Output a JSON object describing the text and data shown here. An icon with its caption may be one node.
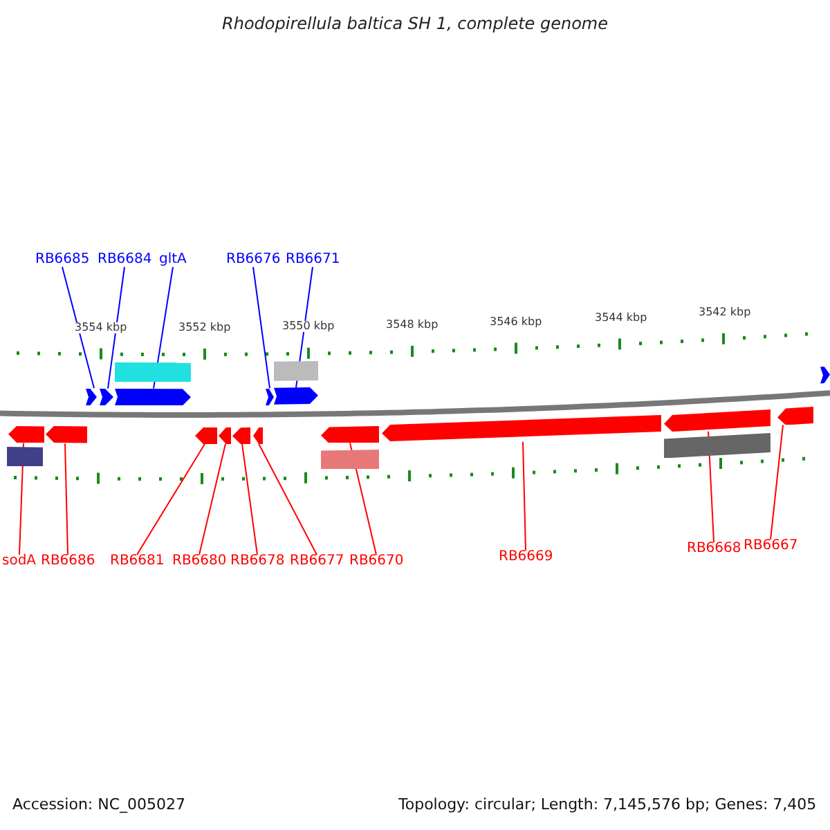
{
  "diagram": {
    "title": "Rhodopirellula baltica SH 1, complete genome",
    "nodes": [
      {
        "text": [
          "RB6685"
        ]
      },
      {
        "text": [
          "RB6684"
        ]
      },
      {
        "text": [
          "gltA"
        ]
      },
      {
        "text": [
          "RB6676"
        ]
      },
      {
        "text": [
          "RB6671"
        ]
      },
      {
        "text": [
          "sodA"
        ]
      },
      {
        "text": [
          "RB6686"
        ]
      },
      {
        "text": [
          "RB6681"
        ]
      },
      {
        "text": [
          "RB6680"
        ]
      },
      {
        "text": [
          "RB6678"
        ]
      },
      {
        "text": [
          "RB6677"
        ]
      },
      {
        "text": [
          "RB6670"
        ]
      },
      {
        "text": [
          "RB6669"
        ]
      },
      {
        "text": [
          "RB6668"
        ]
      },
      {
        "text": [
          "RB6667"
        ]
      },
      {
        "text": [],
        "shape": "arrow"
      },
      {
        "text": [],
        "shape": "arrow"
      },
      {
        "text": [],
        "shape": "arrow"
      },
      {
        "text": [],
        "shape": "arrow"
      },
      {
        "text": [],
        "shape": "arrow"
      },
      {
        "text": [],
        "shape": "arrow"
      },
      {
        "text": [],
        "shape": "arrow"
      },
      {
        "text": [],
        "shape": "arrow"
      },
      {
        "text": [],
        "shape": "arrow"
      },
      {
        "text": [],
        "shape": "arrow"
      },
      {
        "text": [],
        "shape": "arrow"
      },
      {
        "text": [],
        "shape": "arrow"
      },
      {
        "text": [],
        "shape": "arrow"
      },
      {
        "text": [],
        "shape": "arrow"
      },
      {
        "text": [],
        "shape": "arrow"
      },
      {
        "text": [],
        "shape": "bar"
      },
      {
        "text": [],
        "shape": "bar"
      },
      {
        "text": [],
        "shape": "bar"
      },
      {
        "text": [],
        "shape": "bar"
      },
      {
        "text": [],
        "shape": "bar"
      },
      {
        "text": [],
        "shape": "arrow"
      }
    ],
    "edges": [
      {
        "from": 0,
        "to": 15,
        "arrow": "none",
        "color": "#0000ff"
      },
      {
        "from": 1,
        "to": 16,
        "arrow": "none",
        "color": "#0000ff"
      },
      {
        "from": 2,
        "to": 17,
        "arrow": "none",
        "color": "#0000ff"
      },
      {
        "from": 3,
        "to": 18,
        "arrow": "none",
        "color": "#0000ff"
      },
      {
        "from": 4,
        "to": 19,
        "arrow": "none",
        "color": "#0000ff"
      },
      {
        "from": 5,
        "to": 20,
        "arrow": "none"
      },
      {
        "from": 6,
        "to": 21,
        "arrow": "none"
      },
      {
        "from": 7,
        "to": 22,
        "arrow": "none"
      },
      {
        "from": 8,
        "to": 23,
        "arrow": "none"
      },
      {
        "from": 9,
        "to": 24,
        "arrow": "none"
      },
      {
        "from": 10,
        "to": 25,
        "arrow": "none"
      },
      {
        "from": 11,
        "to": 26,
        "arrow": "none"
      },
      {
        "from": 12,
        "to": 27,
        "arrow": "none"
      },
      {
        "from": 13,
        "to": 28,
        "arrow": "none"
      },
      {
        "from": 14,
        "to": 29,
        "arrow": "none"
      }
    ],
    "labels": [
      "3554 kbp",
      "3552 kbp",
      "3550 kbp",
      "3548 kbp",
      "3546 kbp",
      "3544 kbp",
      "3542 kbp",
      "Accession: NC_005027",
      "Topology: circular; Length: 7,145,576 bp; Genes: 7,405"
    ]
  }
}
